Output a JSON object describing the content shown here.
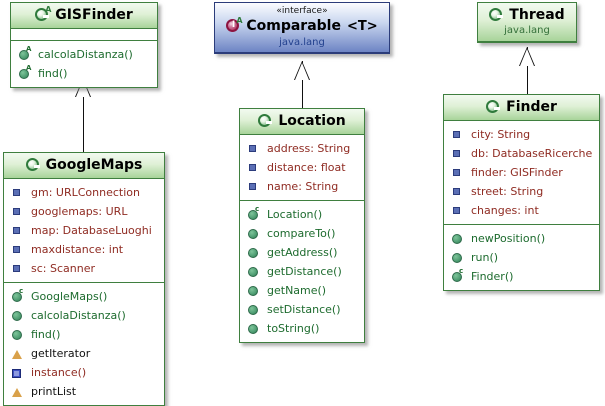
{
  "diagram": {
    "type": "uml-class-diagram",
    "classes": [
      {
        "id": "gisfinder",
        "name": "GISFinder",
        "kind": "class",
        "abstract": true,
        "icon": "class-abstract-icon",
        "stereotype": "",
        "package": "",
        "attributes": [],
        "methods": [
          {
            "label": "calcolaDistanza()",
            "icon": "method-abstract-icon",
            "style": "meth"
          },
          {
            "label": "find()",
            "icon": "method-abstract-icon",
            "style": "meth"
          }
        ]
      },
      {
        "id": "comparable",
        "name": "Comparable",
        "typeparam": "<T>",
        "kind": "interface",
        "icon": "interface-abstract-icon",
        "stereotype": "«interface»",
        "package": "java.lang",
        "attributes": [],
        "methods": []
      },
      {
        "id": "thread",
        "name": "Thread",
        "kind": "class",
        "icon": "class-icon",
        "stereotype": "",
        "package": "java.lang",
        "attributes": [],
        "methods": []
      },
      {
        "id": "googlemaps",
        "name": "GoogleMaps",
        "kind": "class",
        "icon": "class-icon",
        "stereotype": "",
        "package": "",
        "attributes": [
          {
            "label": "gm: URLConnection",
            "icon": "attribute-private-icon"
          },
          {
            "label": "googlemaps: URL",
            "icon": "attribute-private-icon"
          },
          {
            "label": "map: DatabaseLuoghi",
            "icon": "attribute-private-icon"
          },
          {
            "label": "maxdistance: int",
            "icon": "attribute-private-icon"
          },
          {
            "label": "sc: Scanner",
            "icon": "attribute-private-icon"
          }
        ],
        "methods": [
          {
            "label": "GoogleMaps()",
            "icon": "constructor-icon",
            "style": "meth"
          },
          {
            "label": "calcolaDistanza()",
            "icon": "method-public-icon",
            "style": "meth"
          },
          {
            "label": "find()",
            "icon": "method-public-icon",
            "style": "meth"
          },
          {
            "label": "getIterator",
            "icon": "inner-type-icon",
            "style": "dark"
          },
          {
            "label": "instance()",
            "icon": "field-static-icon",
            "style": "red"
          },
          {
            "label": "printList",
            "icon": "inner-type-icon",
            "style": "dark"
          }
        ]
      },
      {
        "id": "location",
        "name": "Location",
        "kind": "class",
        "icon": "class-icon",
        "stereotype": "",
        "package": "",
        "attributes": [
          {
            "label": "address: String",
            "icon": "attribute-private-icon"
          },
          {
            "label": "distance: float",
            "icon": "attribute-private-icon"
          },
          {
            "label": "name: String",
            "icon": "attribute-private-icon"
          }
        ],
        "methods": [
          {
            "label": "Location()",
            "icon": "constructor-icon",
            "style": "meth"
          },
          {
            "label": "compareTo()",
            "icon": "method-public-icon",
            "style": "meth"
          },
          {
            "label": "getAddress()",
            "icon": "method-public-icon",
            "style": "meth"
          },
          {
            "label": "getDistance()",
            "icon": "method-public-icon",
            "style": "meth"
          },
          {
            "label": "getName()",
            "icon": "method-public-icon",
            "style": "meth"
          },
          {
            "label": "setDistance()",
            "icon": "method-public-icon",
            "style": "meth"
          },
          {
            "label": "toString()",
            "icon": "method-public-icon",
            "style": "meth"
          }
        ]
      },
      {
        "id": "finder",
        "name": "Finder",
        "kind": "class",
        "icon": "class-icon",
        "stereotype": "",
        "package": "",
        "attributes": [
          {
            "label": "city: String",
            "icon": "attribute-private-icon"
          },
          {
            "label": "db: DatabaseRicerche",
            "icon": "attribute-private-icon"
          },
          {
            "label": "finder: GISFinder",
            "icon": "attribute-private-icon"
          },
          {
            "label": "street: String",
            "icon": "attribute-private-icon"
          },
          {
            "label": "changes: int",
            "icon": "attribute-private-icon"
          }
        ],
        "methods": [
          {
            "label": "newPosition()",
            "icon": "method-public-icon",
            "style": "meth"
          },
          {
            "label": "run()",
            "icon": "method-public-icon",
            "style": "meth"
          },
          {
            "label": "Finder()",
            "icon": "constructor-icon",
            "style": "meth"
          }
        ]
      }
    ],
    "relations": [
      {
        "id": "rel-googlemaps-gisfinder",
        "type": "generalization",
        "from": "GoogleMaps",
        "to": "GISFinder"
      },
      {
        "id": "rel-location-comparable",
        "type": "realization",
        "from": "Location",
        "to": "Comparable"
      },
      {
        "id": "rel-finder-thread",
        "type": "generalization",
        "from": "Finder",
        "to": "Thread"
      }
    ],
    "colors": {
      "class_border": "#3f7f3f",
      "class_header": "#a8d49a",
      "interface_border": "#2b3c7a",
      "interface_header": "#6d84c4",
      "attribute_text": "#8f2b22",
      "method_text": "#1d6b2e",
      "package_text": "#35703a",
      "background": "#ffffff"
    }
  }
}
